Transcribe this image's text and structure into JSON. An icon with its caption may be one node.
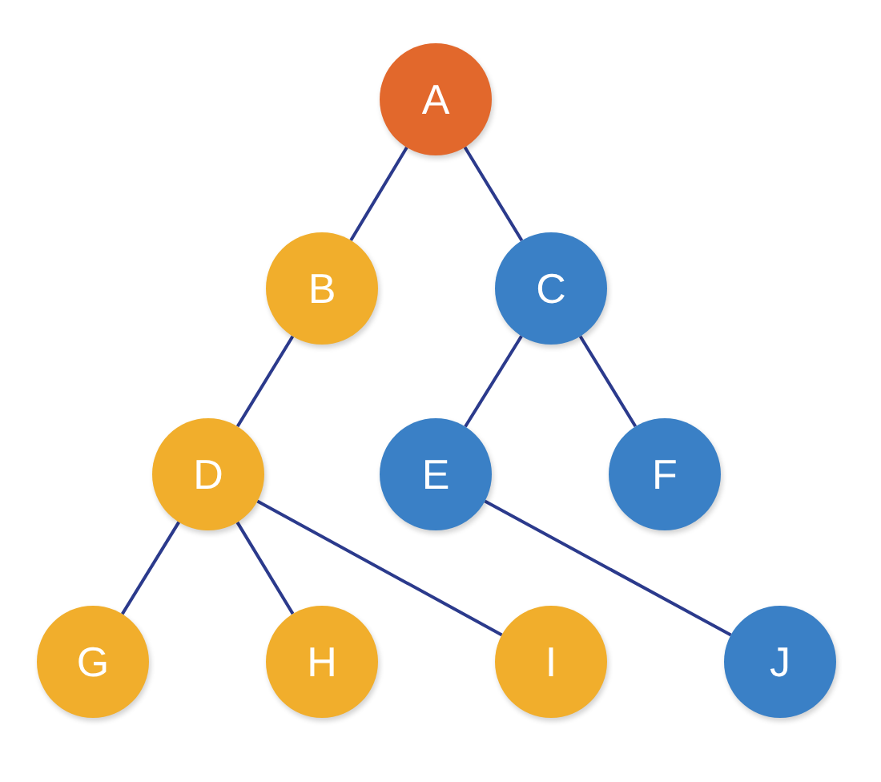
{
  "diagram": {
    "nodes": [
      {
        "text": [
          "A"
        ]
      },
      {
        "text": [
          "B"
        ]
      },
      {
        "text": [
          "C"
        ]
      },
      {
        "text": [
          "D"
        ]
      },
      {
        "text": [
          "E"
        ]
      },
      {
        "text": [
          "F"
        ]
      },
      {
        "text": [
          "G"
        ]
      },
      {
        "text": [
          "H"
        ]
      },
      {
        "text": [
          "I"
        ]
      },
      {
        "text": [
          "J"
        ]
      }
    ],
    "edges": [
      {
        "from": 0,
        "to": 1,
        "arrow": "none"
      },
      {
        "from": 0,
        "to": 2,
        "arrow": "none"
      },
      {
        "from": 1,
        "to": 3,
        "arrow": "none"
      },
      {
        "from": 2,
        "to": 4,
        "arrow": "none"
      },
      {
        "from": 2,
        "to": 5,
        "arrow": "none"
      },
      {
        "from": 3,
        "to": 6,
        "arrow": "none"
      },
      {
        "from": 3,
        "to": 7,
        "arrow": "none"
      },
      {
        "from": 3,
        "to": 8,
        "arrow": "none"
      },
      {
        "from": 4,
        "to": 9,
        "arrow": "none"
      }
    ]
  }
}
